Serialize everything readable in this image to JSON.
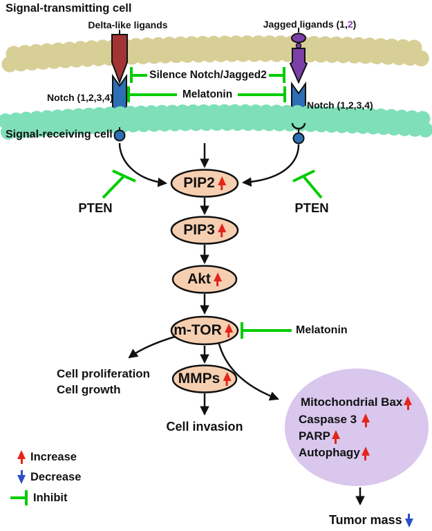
{
  "colors": {
    "green": "#00cc00",
    "red-arrow": "#e3251b",
    "blue-arrow": "#2b4fc8",
    "node-fill": "#f6cfb1",
    "tan": "#d8cf97",
    "teal": "#7edfb9",
    "lavender": "#d9c7ee",
    "ligand-red": "#a23533",
    "notch-blue": "#2d6fb5",
    "jagged-purple": "#7b3fa8"
  },
  "top": {
    "transmitting_label": "Signal-transmitting cell",
    "receiving_label": "Signal-receiving cell",
    "delta_label": "Delta-like ligands",
    "jagged_label_prefix": "Jagged ligands (1,",
    "jagged_label_two": "2",
    "jagged_label_suffix": ")",
    "notch_left_label": "Notch (1,2,3,4)",
    "notch_right_label": "Notch (1,2,3,4)",
    "silence_label": "Silence Notch/Jagged2",
    "melatonin_label": "Melatonin"
  },
  "pathway": {
    "pten_left": "PTEN",
    "pten_right": "PTEN",
    "nodes": [
      {
        "label": "PIP2",
        "change": "increase"
      },
      {
        "label": "PIP3",
        "change": "increase"
      },
      {
        "label": "Akt",
        "change": "increase"
      },
      {
        "label": "m-TOR",
        "change": "increase"
      },
      {
        "label": "MMPs",
        "change": "increase"
      }
    ],
    "melatonin_label": "Melatonin",
    "cell_proliferation": "Cell proliferation",
    "cell_growth": "Cell growth",
    "cell_invasion": "Cell invasion"
  },
  "apoptosis": {
    "items": [
      {
        "label": "Mitochondrial Bax",
        "change": "increase"
      },
      {
        "label": "Caspase 3",
        "change": "increase"
      },
      {
        "label": "PARP",
        "change": "increase"
      },
      {
        "label": "Autophagy",
        "change": "increase"
      }
    ],
    "tumor_label": "Tumor mass",
    "tumor_change": "decrease"
  },
  "legend": {
    "increase": "Increase",
    "decrease": "Decrease",
    "inhibit": "Inhibit"
  }
}
